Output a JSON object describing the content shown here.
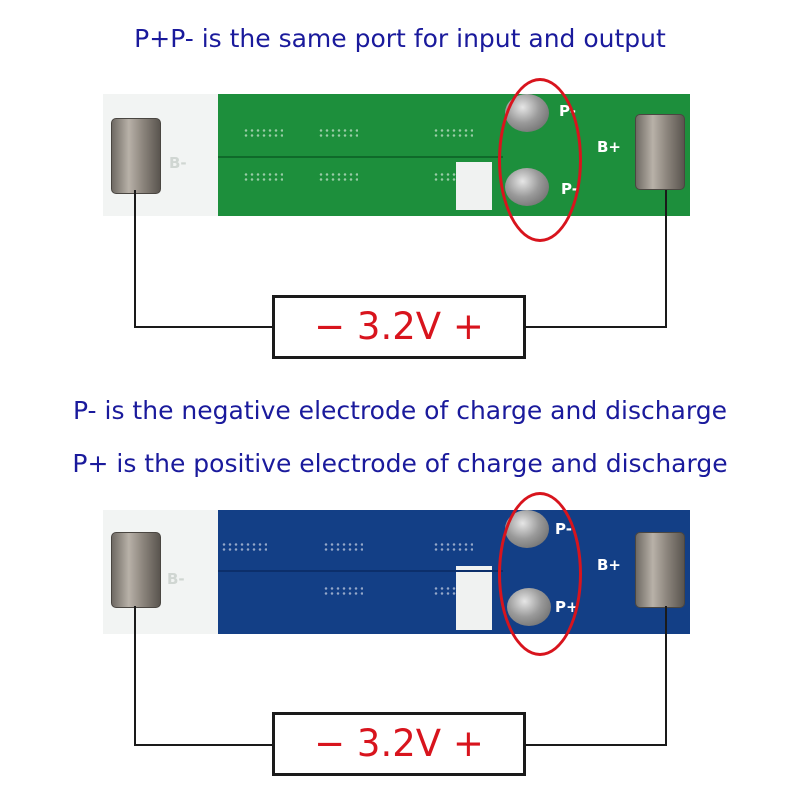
{
  "captions": {
    "top": "P+P- is the same port for input and output",
    "middle_line1": "P- is the negative electrode of charge and discharge",
    "middle_line2": "P+ is the positive electrode of charge and discharge"
  },
  "boards": [
    {
      "color": "#1d8f3c",
      "labels": {
        "b_minus": "B-",
        "p_minus": "P-",
        "b_plus": "B+",
        "p_plus": "P-"
      },
      "voltage": "− 3.2V +"
    },
    {
      "color": "#133f86",
      "labels": {
        "b_minus": "B-",
        "p_minus": "P-",
        "b_plus": "B+",
        "p_plus": "P+"
      },
      "voltage": "− 3.2V +"
    }
  ],
  "colors": {
    "caption_text": "#1a1a9c",
    "highlight_ring": "#d8141d",
    "voltage_text": "#d8141d",
    "wire": "#1a1a1a"
  }
}
